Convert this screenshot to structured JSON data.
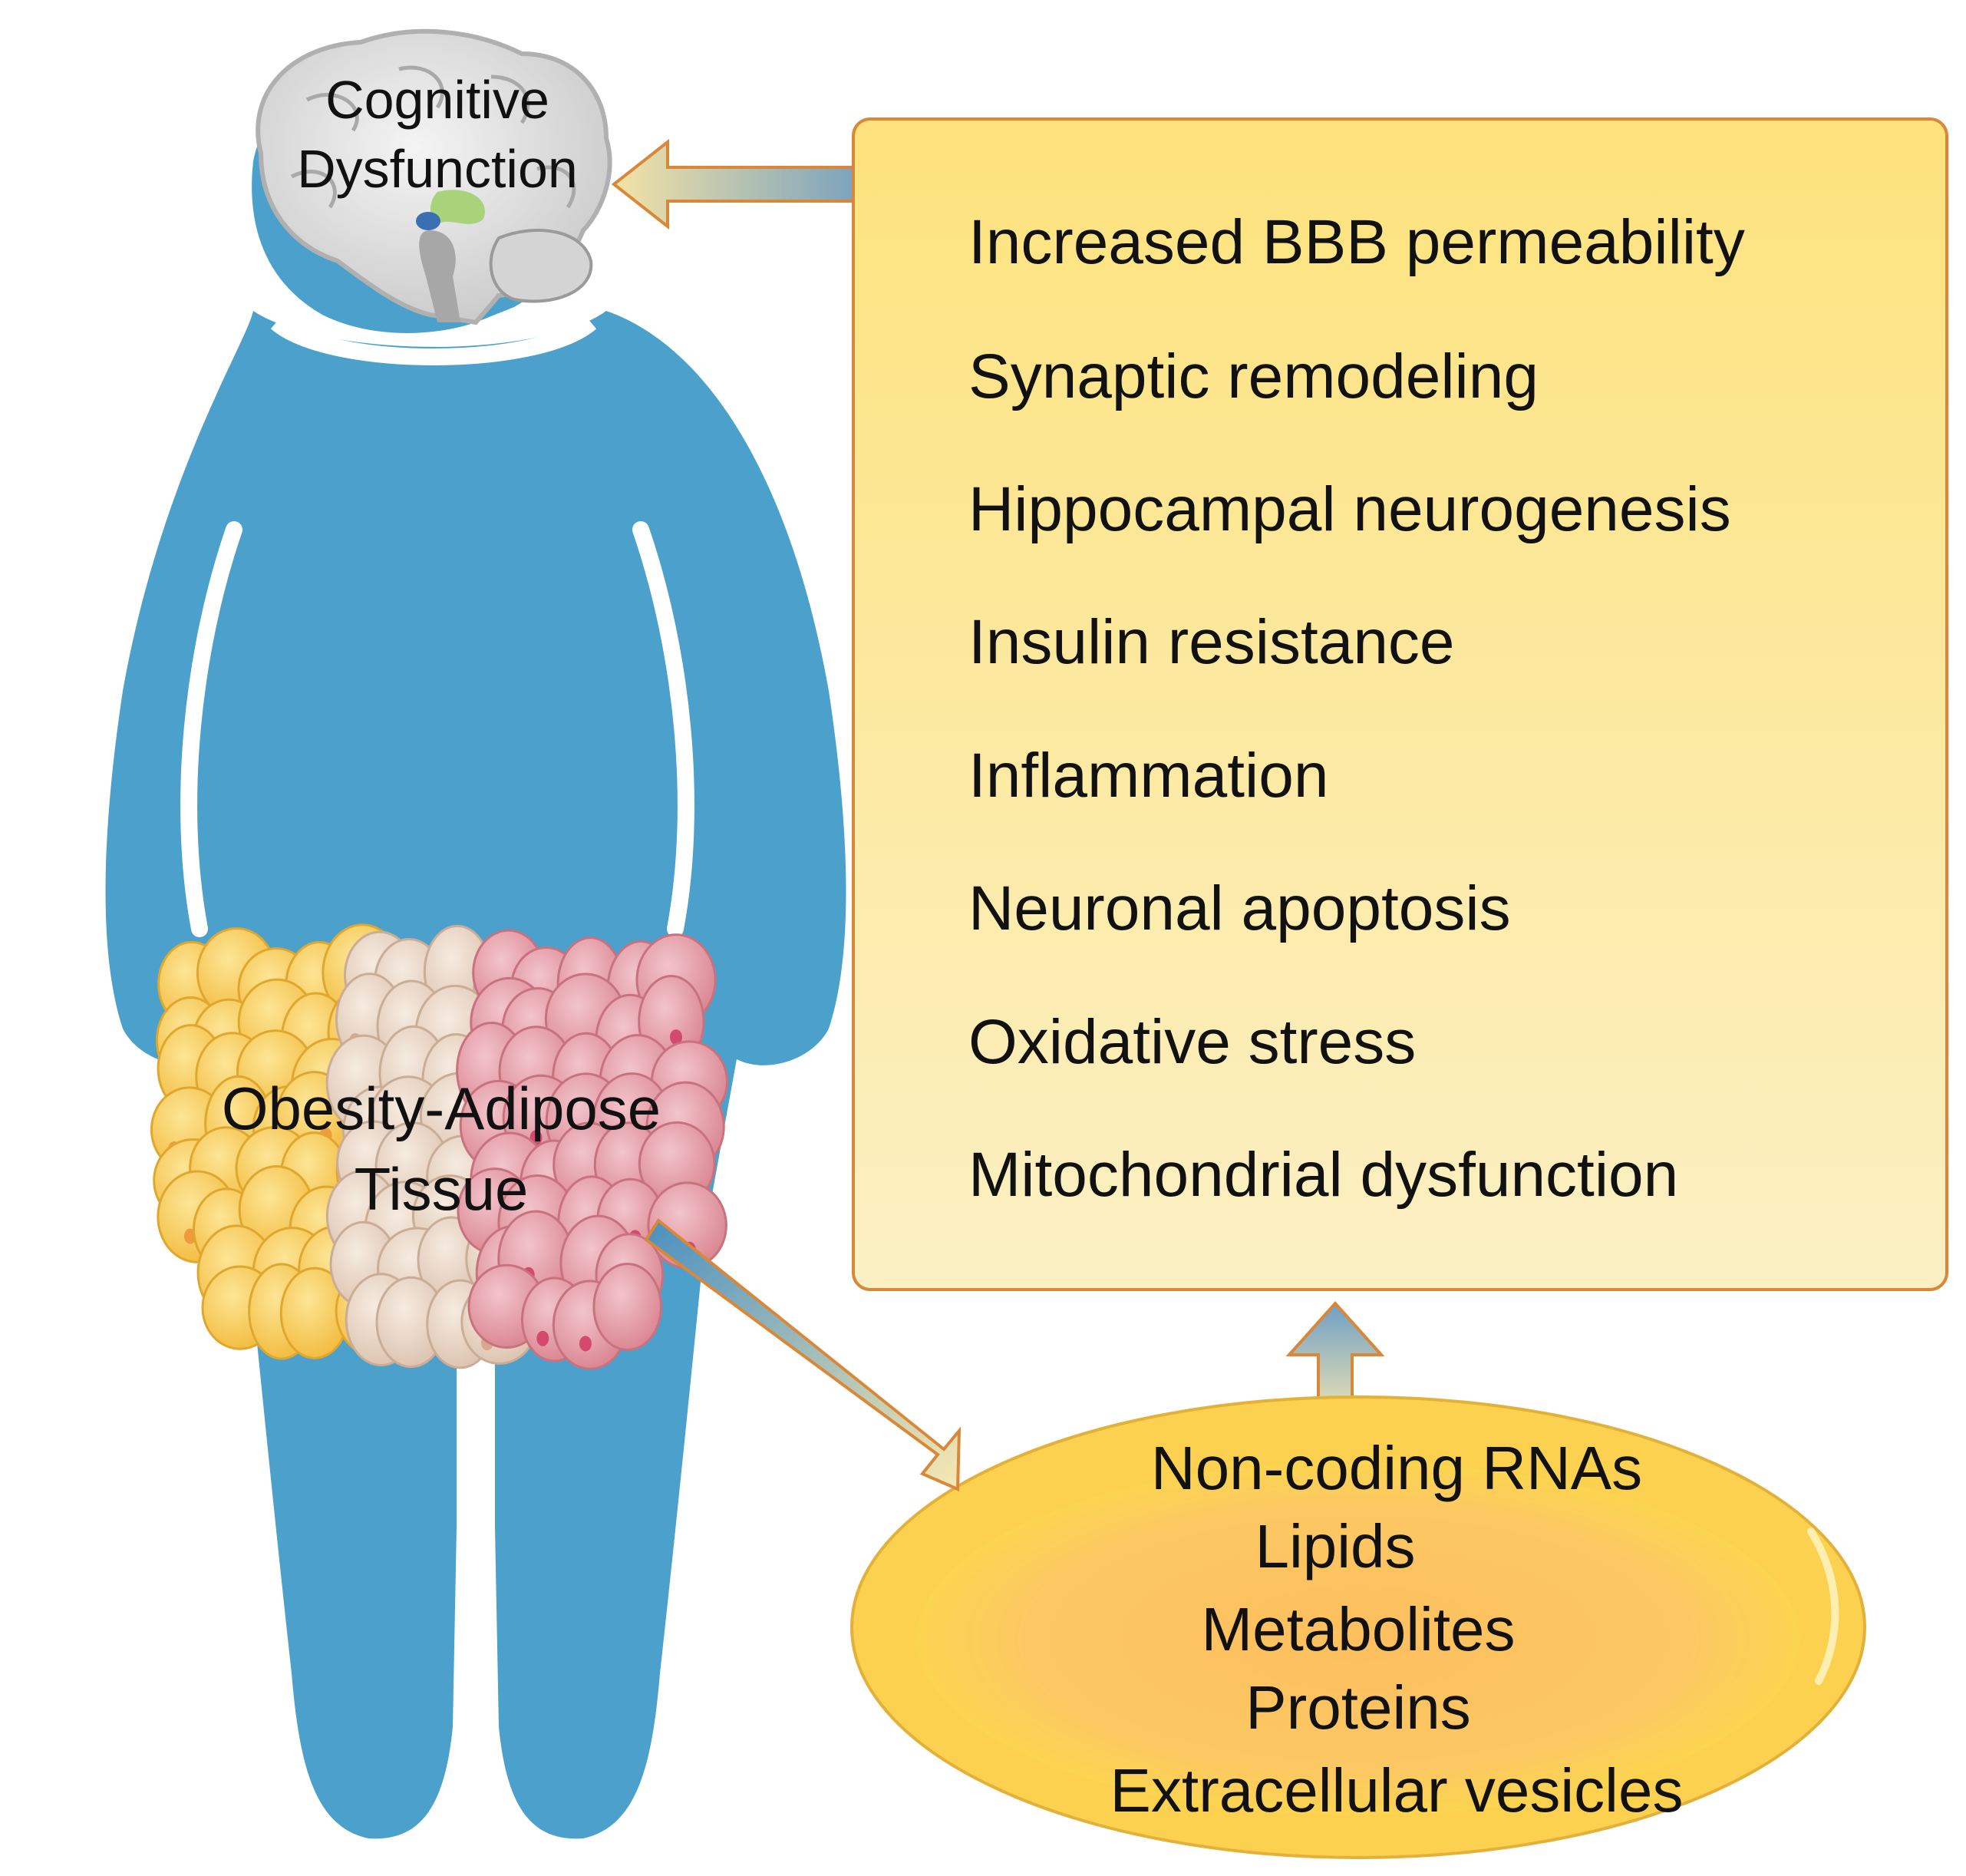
{
  "brain_label": [
    "Cognitive",
    "Dysfunction"
  ],
  "adipose_label": [
    "Obesity-Adipose",
    "Tissue"
  ],
  "mechanisms": [
    "Increased BBB permeability",
    "Synaptic remodeling",
    "Hippocampal neurogenesis",
    "Insulin resistance",
    "Inflammation",
    "Neuronal apoptosis",
    "Oxidative stress",
    "Mitochondrial dysfunction"
  ],
  "secreted_factors": [
    "Non-coding RNAs",
    "Lipids",
    "Metabolites",
    "Proteins",
    "Extracellular vesicles"
  ],
  "colors": {
    "body": "#4ba1cb",
    "box_top": "#fde27c",
    "box_bottom": "#fbf0c4",
    "box_border": "#d9883a",
    "ellipse_outer": "#fbd150",
    "ellipse_inner": "#fcc05d",
    "fat_yellow": "#f6c94c",
    "fat_beige": "#e8d4c4",
    "fat_pink": "#e59aa6"
  },
  "icons": [
    "body-silhouette-icon",
    "brain-icon",
    "adipose-cells-icon",
    "arrow-left-icon",
    "arrow-up-icon",
    "arrow-down-right-icon"
  ]
}
